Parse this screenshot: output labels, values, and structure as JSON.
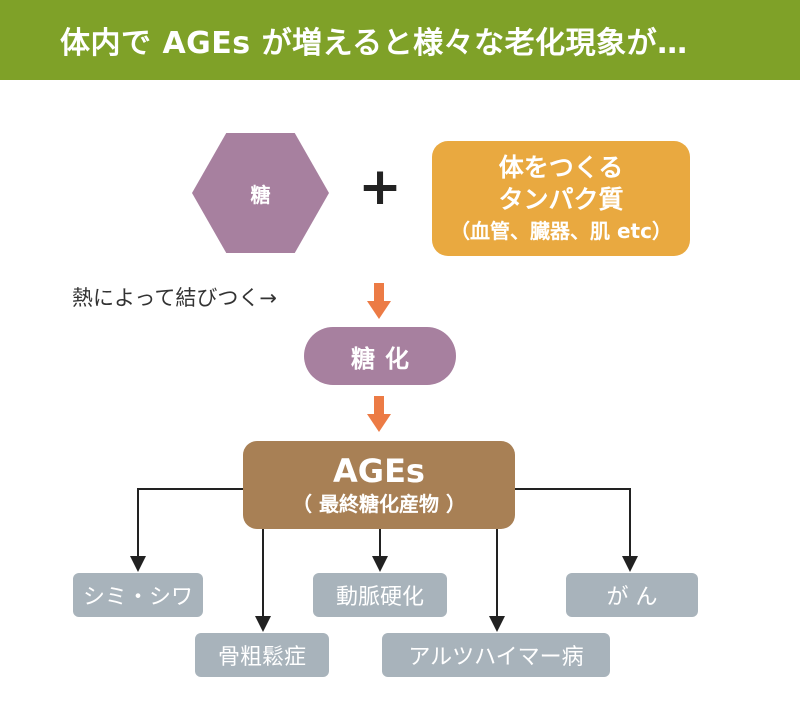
{
  "header": {
    "title": "体内で AGEs が増えると様々な老化現象が…"
  },
  "sugar": {
    "label": "糖"
  },
  "plus": {
    "symbol": "+"
  },
  "protein": {
    "line1": "体をつくる",
    "line2": "タンパク質",
    "line3": "（血管、臓器、肌 etc）"
  },
  "binding": {
    "text": "熱によって結びつく→"
  },
  "glycation": {
    "label": "糖化"
  },
  "ages": {
    "title": "AGEs",
    "subtitle": "（ 最終糖化産物 ）"
  },
  "effects": {
    "wrinkles": "シミ・シワ",
    "osteoporosis": "骨粗鬆症",
    "arteriosclerosis": "動脈硬化",
    "alzheimers": "アルツハイマー病",
    "cancer": "が ん"
  },
  "colors": {
    "header_green": "#7fa128",
    "sugar_purple": "#a7809f",
    "protein_orange": "#e9a940",
    "arrow_orange": "#ec7b45",
    "ages_brown": "#a88055",
    "effect_gray": "#a8b3bb"
  }
}
